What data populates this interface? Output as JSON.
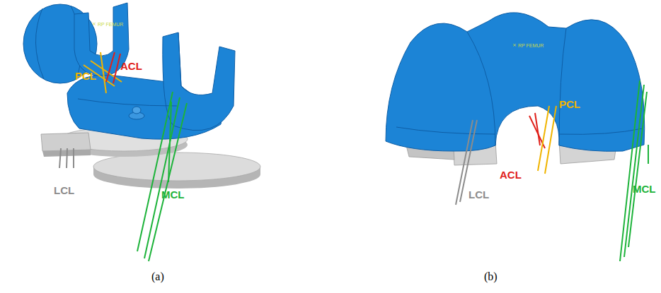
{
  "diagram": {
    "labels": [
      "RP FEMUR",
      "PCL",
      "ACL",
      "LCL",
      "MCL",
      "RP FEMUR",
      "PCL",
      "ACL",
      "LCL",
      "MCL",
      "(a)",
      "(b)"
    ]
  }
}
